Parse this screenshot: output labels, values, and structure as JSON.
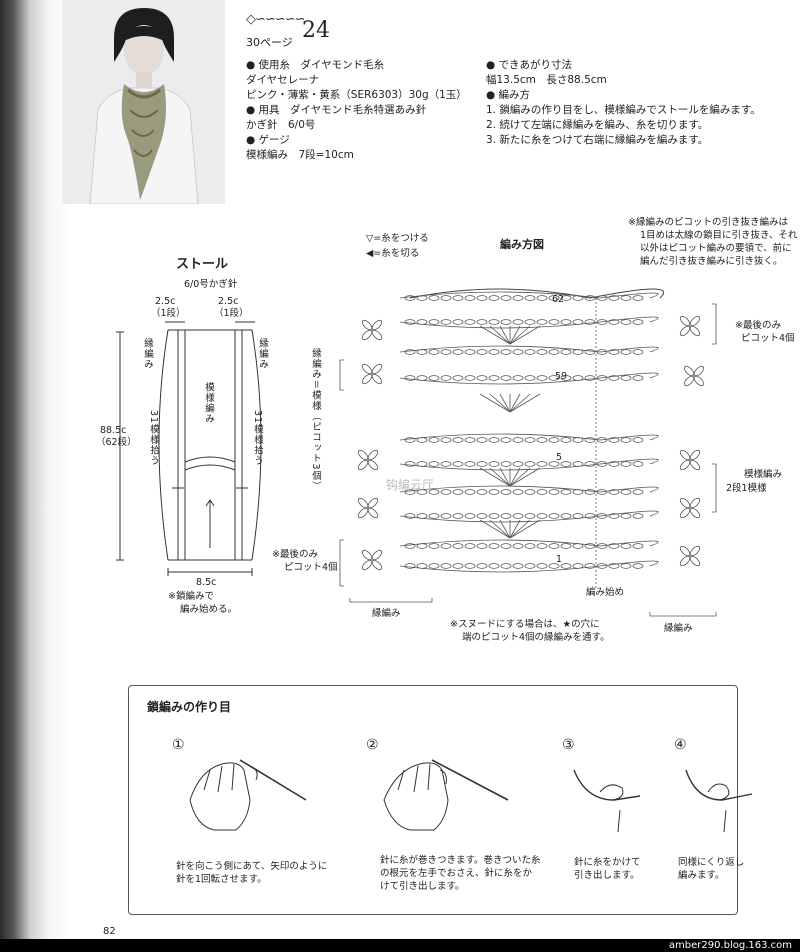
{
  "header": {
    "ornament": "◇∽∽∽∽∽",
    "ref_page": "30ページ",
    "pattern_number": "24"
  },
  "materials": {
    "yarn_label": "● 使用糸　ダイヤモンド毛糸",
    "yarn_name": "ダイヤセレーナ",
    "yarn_color": "ピンク・薄紫・黄系（SER6303）30g（1玉）",
    "tools_label": "● 用具　ダイヤモンド毛糸特選あみ針",
    "hook": "かぎ針　6/0号",
    "gauge_label": "● ゲージ",
    "gauge": "模様編み　7段=10cm"
  },
  "finished": {
    "size_label": "● できあがり寸法",
    "size": "幅13.5cm　長さ88.5cm",
    "method_label": "● 編み方",
    "steps": [
      "1. 鎖編みの作り目をし、模様編みでストールを編みます。",
      "2. 続けて左端に縁編みを編み、糸を切ります。",
      "3. 新たに糸をつけて右端に縁編みを編みます。"
    ]
  },
  "stole": {
    "title": "ストール",
    "hook": "6/0号かぎ針",
    "left_width": "2.5c",
    "left_rows": "（1段）",
    "right_width": "2.5c",
    "right_rows": "（1段）",
    "edge_left": "縁編み",
    "edge_right": "縁編み",
    "body_label": "模様編み",
    "pickup_left": "31模様拾う",
    "pickup_right": "31模様拾う",
    "length": "88.5c",
    "length_rows": "（62段）",
    "width": "8.5c",
    "note_line1": "※鎖編みで",
    "note_line2": "編み始める。"
  },
  "diagram": {
    "legend_attach": "▽=糸をつける",
    "legend_cut": "◀=糸を切る",
    "title": "編み方図",
    "note_top_line1": "※縁編みのピコットの引き抜き編みは",
    "note_top_line2": "1目めは太線の鎖目に引き抜き、それ",
    "note_top_line3": "以外はピコット編みの要領で、前に",
    "note_top_line4": "編んだ引き抜き編みに引き抜く。",
    "row_62": "62",
    "row_59": "59",
    "row_5": "5",
    "row_1": "1",
    "last_only_right_1": "※最後のみ",
    "last_only_right_2": "ピコット4個",
    "left_bracket_label": "縁編み＝模様（ピコット3個）",
    "right_bracket_1": "模様編み",
    "right_bracket_2": "2段1模様",
    "last_only_left_1": "※最後のみ",
    "last_only_left_2": "ピコット4個",
    "edge_bottom_left": "縁編み",
    "edge_bottom_right": "縁編み",
    "start": "編み始め",
    "snood_note_1": "※スヌードにする場合は、★の穴に",
    "snood_note_2": "端のピコット4個の縁編みを通す。",
    "watermark": "钩编云厅"
  },
  "foundation": {
    "title": "鎖編みの作り目",
    "steps": [
      {
        "num": "①",
        "line1": "針を向こう側にあて、矢印のように",
        "line2": "針を1回転させます。"
      },
      {
        "num": "②",
        "line1": "針に糸が巻きつきます。巻きついた糸",
        "line2": "の根元を左手でおさえ、針に糸をか",
        "line3": "けて引き出します。"
      },
      {
        "num": "③",
        "line1": "針に糸をかけて",
        "line2": "引き出します。"
      },
      {
        "num": "④",
        "line1": "同様にくり返し",
        "line2": "編みます。"
      }
    ]
  },
  "footer": {
    "page": "82",
    "url": "amber290.blog.163.com"
  },
  "colors": {
    "ink": "#222222",
    "paper": "#ffffff",
    "binding": "#2a2a2a"
  }
}
